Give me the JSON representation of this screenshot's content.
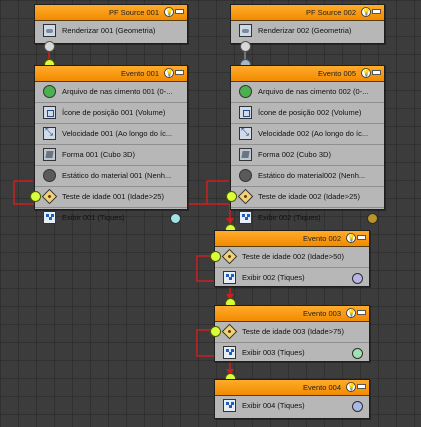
{
  "colors": {
    "header": "#f28b00",
    "wire": "#cc1f1f",
    "port": "#d9ff3a"
  },
  "nodes": {
    "pf_source_001": {
      "title": "PF Source 001",
      "ops": [
        {
          "label": "Renderizar 001 (Geometria)",
          "icon": "render-icon"
        }
      ]
    },
    "pf_source_002": {
      "title": "PF Source 002",
      "ops": [
        {
          "label": "Renderizar 002 (Geometria)",
          "icon": "render-icon"
        }
      ]
    },
    "evento_001": {
      "title": "Evento 001",
      "ops": [
        {
          "label": "Arquivo de nas cimento 001 (0-...",
          "icon": "birth-icon"
        },
        {
          "label": "Ícone de posição 001 (Volume)",
          "icon": "position-icon"
        },
        {
          "label": "Velocidade 001 (Ao longo do íc...",
          "icon": "speed-icon"
        },
        {
          "label": "Forma 001 (Cubo 3D)",
          "icon": "shape-icon"
        },
        {
          "label": "Estático do material 001 (Nenh...",
          "icon": "material-icon"
        },
        {
          "label": "Teste de idade 001 (Idade>25)",
          "icon": "age-test-icon"
        },
        {
          "label": "Exibir 001 (Tiques)",
          "icon": "display-icon"
        }
      ],
      "display_color": "#9fe3e8"
    },
    "evento_005": {
      "title": "Evento 005",
      "ops": [
        {
          "label": "Arquivo de nas cimento 002 (0-...",
          "icon": "birth-icon"
        },
        {
          "label": "Ícone de posição 002 (Volume)",
          "icon": "position-icon"
        },
        {
          "label": "Velocidade 002 (Ao longo do íc...",
          "icon": "speed-icon"
        },
        {
          "label": "Forma 002 (Cubo 3D)",
          "icon": "shape-icon"
        },
        {
          "label": "Estático do material002 (Nenh...",
          "icon": "material-icon"
        },
        {
          "label": "Teste de idade 002 (Idade>25)",
          "icon": "age-test-icon"
        },
        {
          "label": "Exibir 002 (Tiques)",
          "icon": "display-icon"
        }
      ],
      "display_color": "#b8952a"
    },
    "evento_002": {
      "title": "Evento 002",
      "ops": [
        {
          "label": "Teste de idade 002 (Idade>50)",
          "icon": "age-test-icon"
        },
        {
          "label": "Exibir 002 (Tiques)",
          "icon": "display-icon"
        }
      ],
      "display_color": "#b7b4e8"
    },
    "evento_003": {
      "title": "Evento 003",
      "ops": [
        {
          "label": "Teste de idade 003 (Idade>75)",
          "icon": "age-test-icon"
        },
        {
          "label": "Exibir 003 (Tiques)",
          "icon": "display-icon"
        }
      ],
      "display_color": "#9fe3b0"
    },
    "evento_004": {
      "title": "Evento 004",
      "ops": [
        {
          "label": "Exibir 004 (Tiques)",
          "icon": "display-icon"
        }
      ],
      "display_color": "#a8b9e8"
    }
  }
}
